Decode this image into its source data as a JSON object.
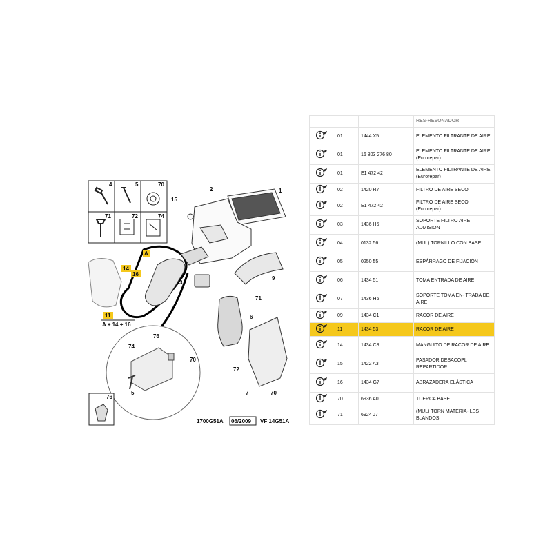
{
  "diagram": {
    "code_left": "1700G51A",
    "date": "06/2009",
    "code_right": "VF 14G51A",
    "kit_label": "A + 14 + 16",
    "callouts": {
      "c1": "1",
      "c2": "2",
      "c3": "3",
      "c4": "4",
      "c5": "5",
      "c6": "6",
      "c7": "7",
      "c9": "9",
      "c11": "11",
      "c14": "14",
      "c15": "15",
      "c16": "16",
      "c70": "70",
      "c71": "71",
      "c72": "72",
      "c74": "74",
      "c76": "76",
      "cA": "A"
    },
    "detail": {
      "d74": "74",
      "d76": "76",
      "d70": "70",
      "d5": "5"
    },
    "grid": {
      "g4": "4",
      "g5": "5",
      "g70": "70",
      "g71": "71",
      "g72": "72",
      "g74": "74"
    },
    "inset": {
      "i76": "76"
    },
    "lower": {
      "l72": "72",
      "l7": "7",
      "l70": "70",
      "l6": "6",
      "l71": "71"
    }
  },
  "table": {
    "header": {
      "col_a": "",
      "col_b": "",
      "col_c": "",
      "col_d": "RES-RESONADOR"
    },
    "rows": [
      {
        "ref": "01",
        "code": "1444 X5",
        "desc": "ELEMENTO FILTRANTE DE AIRE",
        "hl": false
      },
      {
        "ref": "01",
        "code": "16 803 276 80",
        "desc": "ELEMENTO FILTRANTE DE AIRE (Eurorepar)",
        "hl": false
      },
      {
        "ref": "01",
        "code": "E1 472 42",
        "desc": "ELEMENTO FILTRANTE DE AIRE (Eurorepar)",
        "hl": false
      },
      {
        "ref": "02",
        "code": "1420 R7",
        "desc": "FILTRO DE AIRE SECO",
        "hl": false,
        "short": true
      },
      {
        "ref": "02",
        "code": "E1 472 42",
        "desc": "FILTRO DE AIRE SECO (Eurorepar)",
        "hl": false
      },
      {
        "ref": "03",
        "code": "1436 H5",
        "desc": "SOPORTE FILTRO AIRE ADMISION",
        "hl": false
      },
      {
        "ref": "04",
        "code": "0132 56",
        "desc": "(MUL) TORNILLO CON BASE",
        "hl": false
      },
      {
        "ref": "05",
        "code": "0250 55",
        "desc": "ESPÁRRAGO DE FIJACIÓN",
        "hl": false
      },
      {
        "ref": "06",
        "code": "1434 51",
        "desc": "TOMA ENTRADA DE AIRE",
        "hl": false
      },
      {
        "ref": "07",
        "code": "1436 H6",
        "desc": "SOPORTE TOMA EN- TRADA DE AIRE",
        "hl": false
      },
      {
        "ref": "09",
        "code": "1434 C1",
        "desc": "RACOR DE AIRE",
        "hl": false,
        "short": true
      },
      {
        "ref": "11",
        "code": "1434 53",
        "desc": "RACOR DE AIRE",
        "hl": true,
        "short": true
      },
      {
        "ref": "14",
        "code": "1434 C8",
        "desc": "MANGUITO DE RACOR DE AIRE",
        "hl": false
      },
      {
        "ref": "15",
        "code": "1422 A3",
        "desc": "PASADOR DESACOPL REPARTIDOR",
        "hl": false
      },
      {
        "ref": "16",
        "code": "1434 G7",
        "desc": "ABRAZADERA ELÁSTICA",
        "hl": false
      },
      {
        "ref": "70",
        "code": "6936 A0",
        "desc": "TUERCA BASE",
        "hl": false,
        "short": true
      },
      {
        "ref": "71",
        "code": "6924 J7",
        "desc": "(MUL) TORN MATERIA- LES BLANDOS",
        "hl": false
      }
    ]
  },
  "icons": {
    "row_icon": "info-arrow-icon"
  },
  "colors": {
    "highlight": "#f5c81c",
    "callout_box": "#f5c81c"
  }
}
